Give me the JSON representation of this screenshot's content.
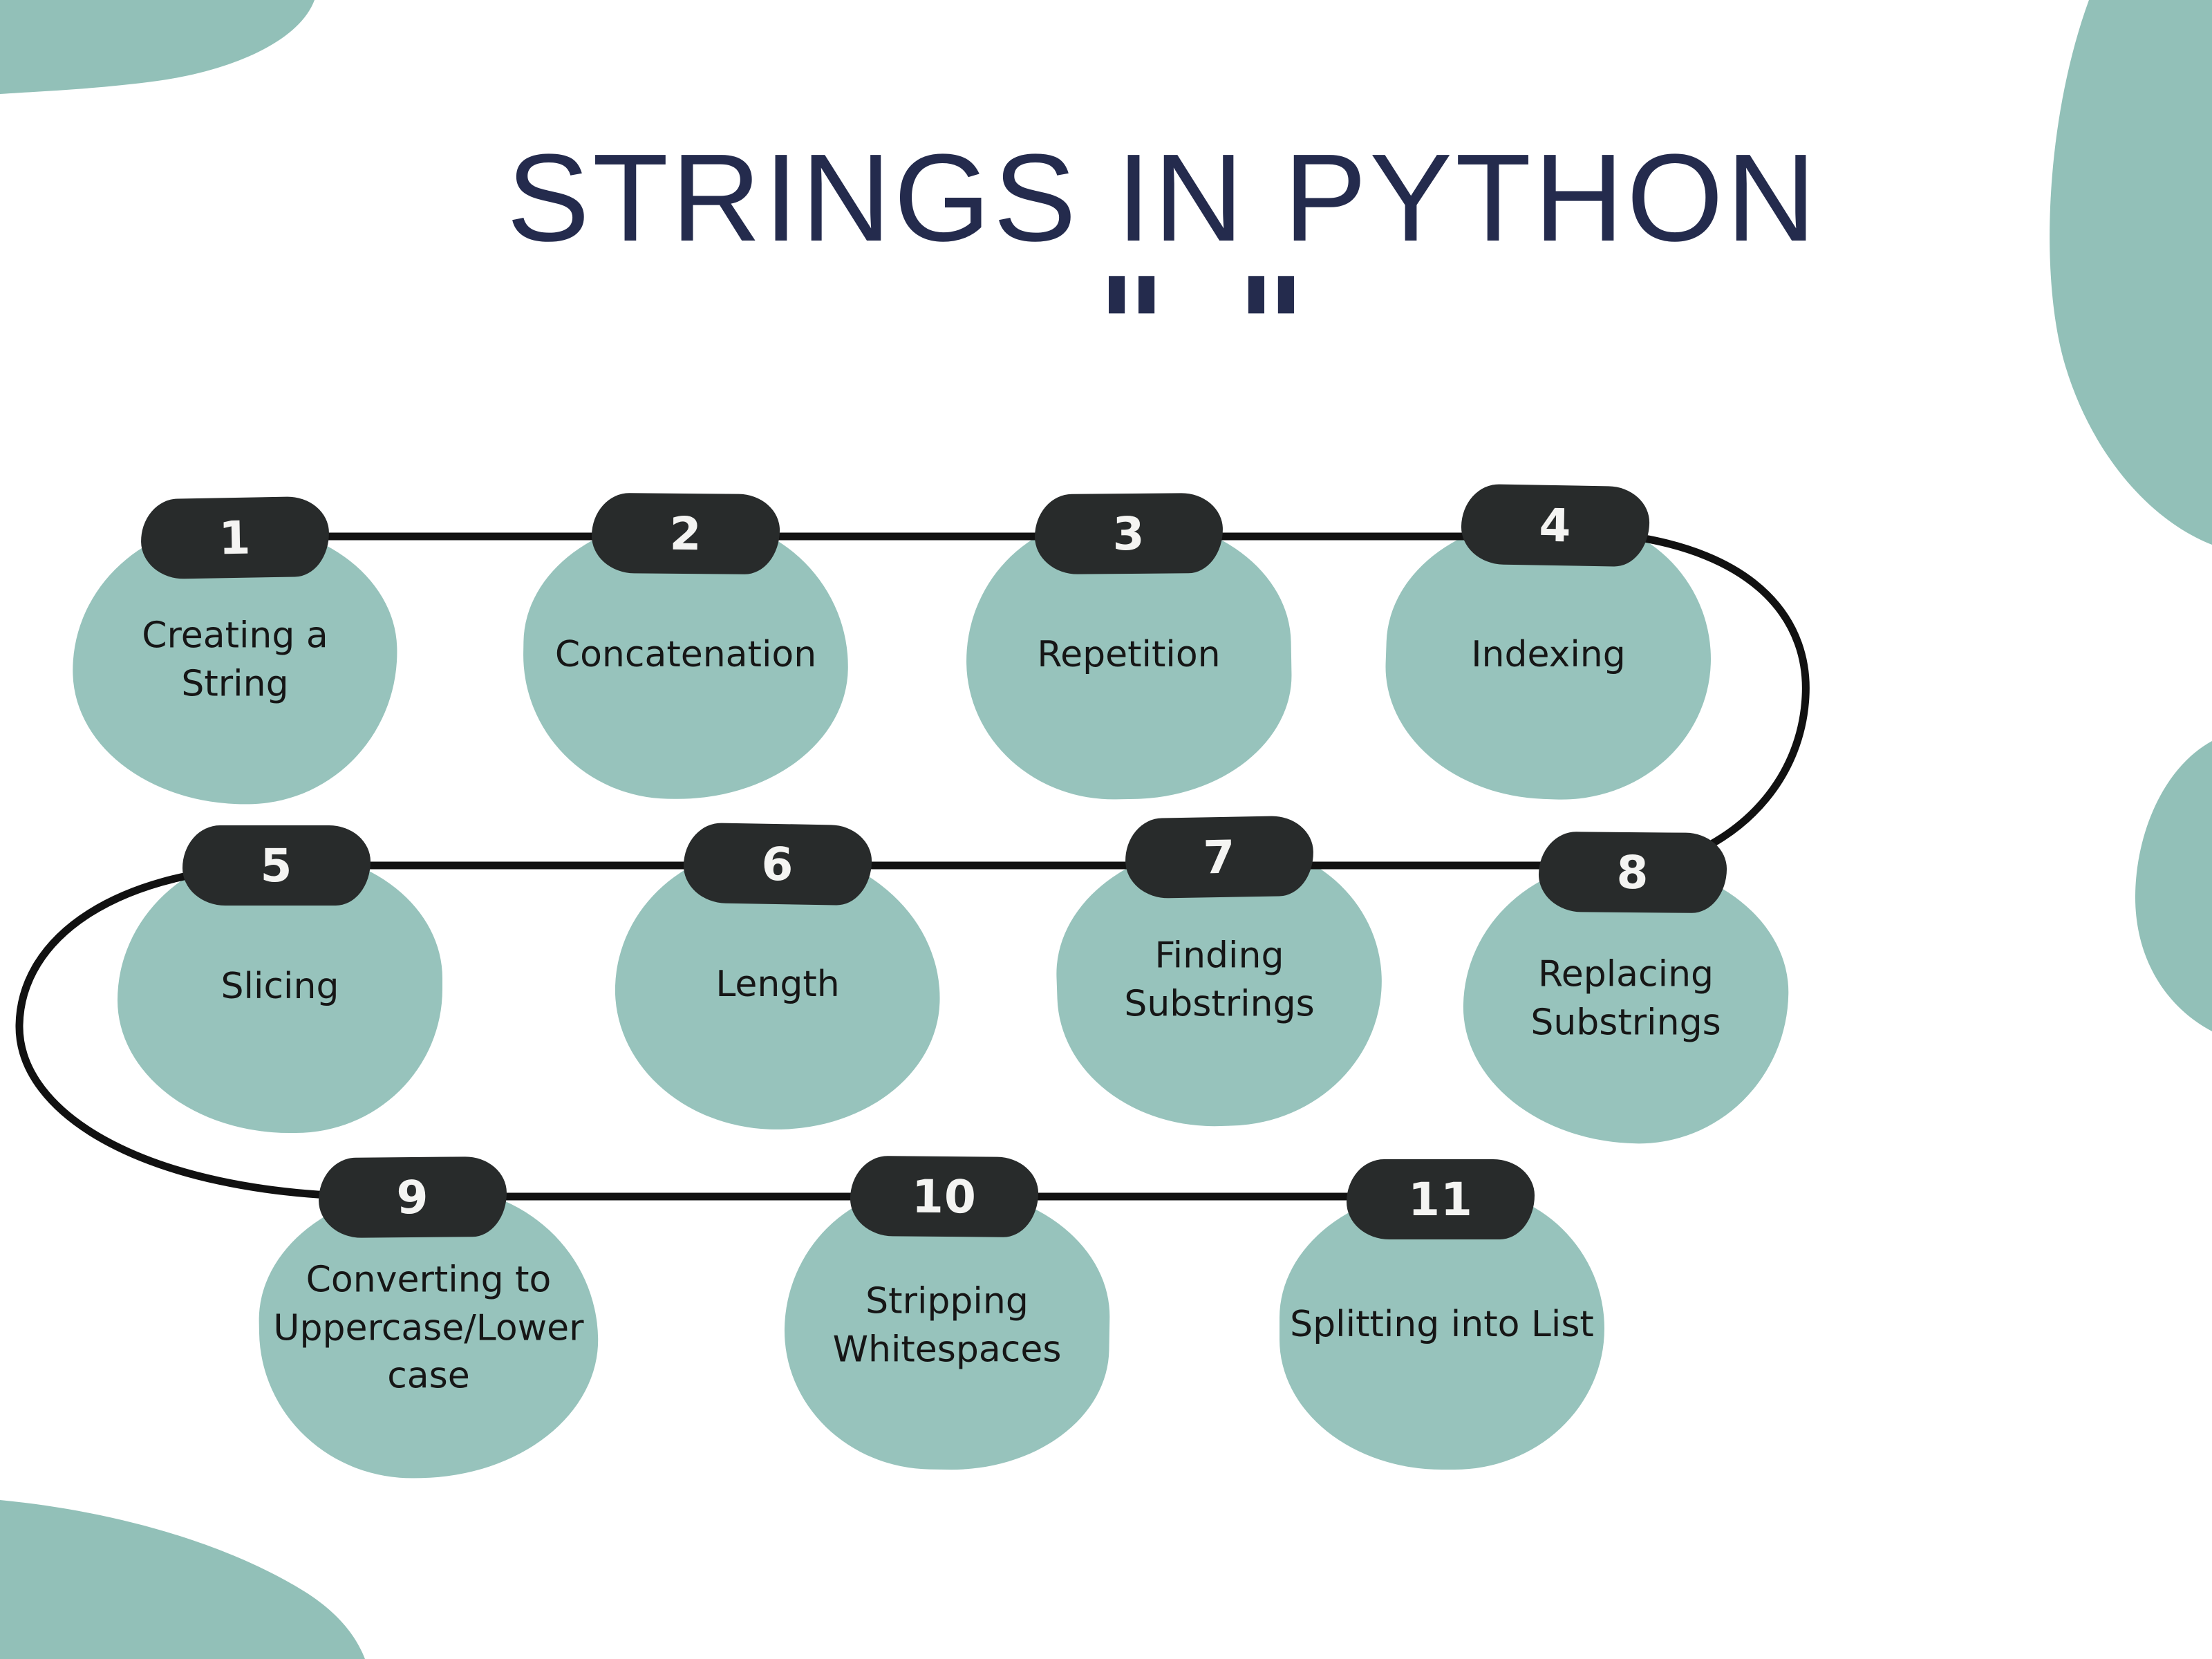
{
  "title": "STRINGS IN PYTHON",
  "subtitle_quotes": "\" \"",
  "colors": {
    "background": "#FFFFFF",
    "accent_teal": "#97C3BC",
    "decor_teal": "#92C0B8",
    "badge_dark": "#282B2B",
    "number_white": "#F4F4F2",
    "label_black": "#161616",
    "line_black": "#111111",
    "title_navy": "#242B4D"
  },
  "diagram": {
    "type": "numbered-snake-flow",
    "step_count": 11,
    "steps": [
      {
        "number": "1",
        "label": "Creating a\nString"
      },
      {
        "number": "2",
        "label": "Concatenation"
      },
      {
        "number": "3",
        "label": "Repetition"
      },
      {
        "number": "4",
        "label": "Indexing"
      },
      {
        "number": "5",
        "label": "Slicing"
      },
      {
        "number": "6",
        "label": "Length"
      },
      {
        "number": "7",
        "label": "Finding\nSubstrings"
      },
      {
        "number": "8",
        "label": "Replacing\nSubstrings"
      },
      {
        "number": "9",
        "label": "Converting to\nUppercase/Lower\ncase"
      },
      {
        "number": "10",
        "label": "Stripping\nWhitespaces"
      },
      {
        "number": "11",
        "label": "Splitting into List"
      }
    ],
    "flow_order": "1-2-3-4 right, curve down right side, 8-7-6-5 left, curve down left side, 9-10-11 right"
  }
}
